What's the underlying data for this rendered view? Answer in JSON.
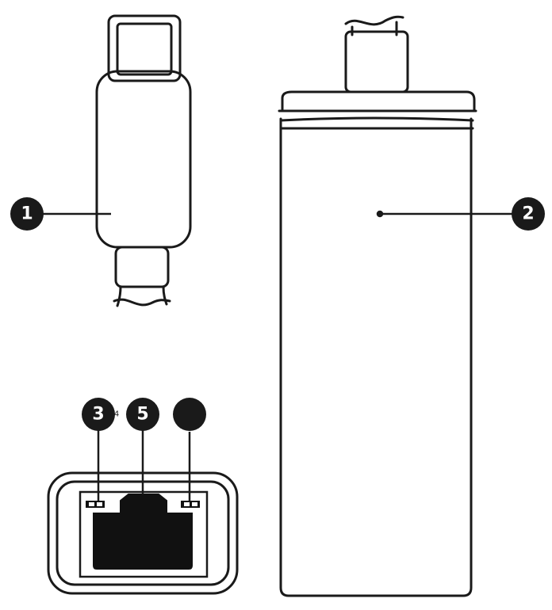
{
  "callouts": [
    {
      "label": "1"
    },
    {
      "label": "2"
    },
    {
      "label": "3"
    },
    {
      "label": "4"
    },
    {
      "label": "5"
    },
    {
      "label": ""
    }
  ]
}
